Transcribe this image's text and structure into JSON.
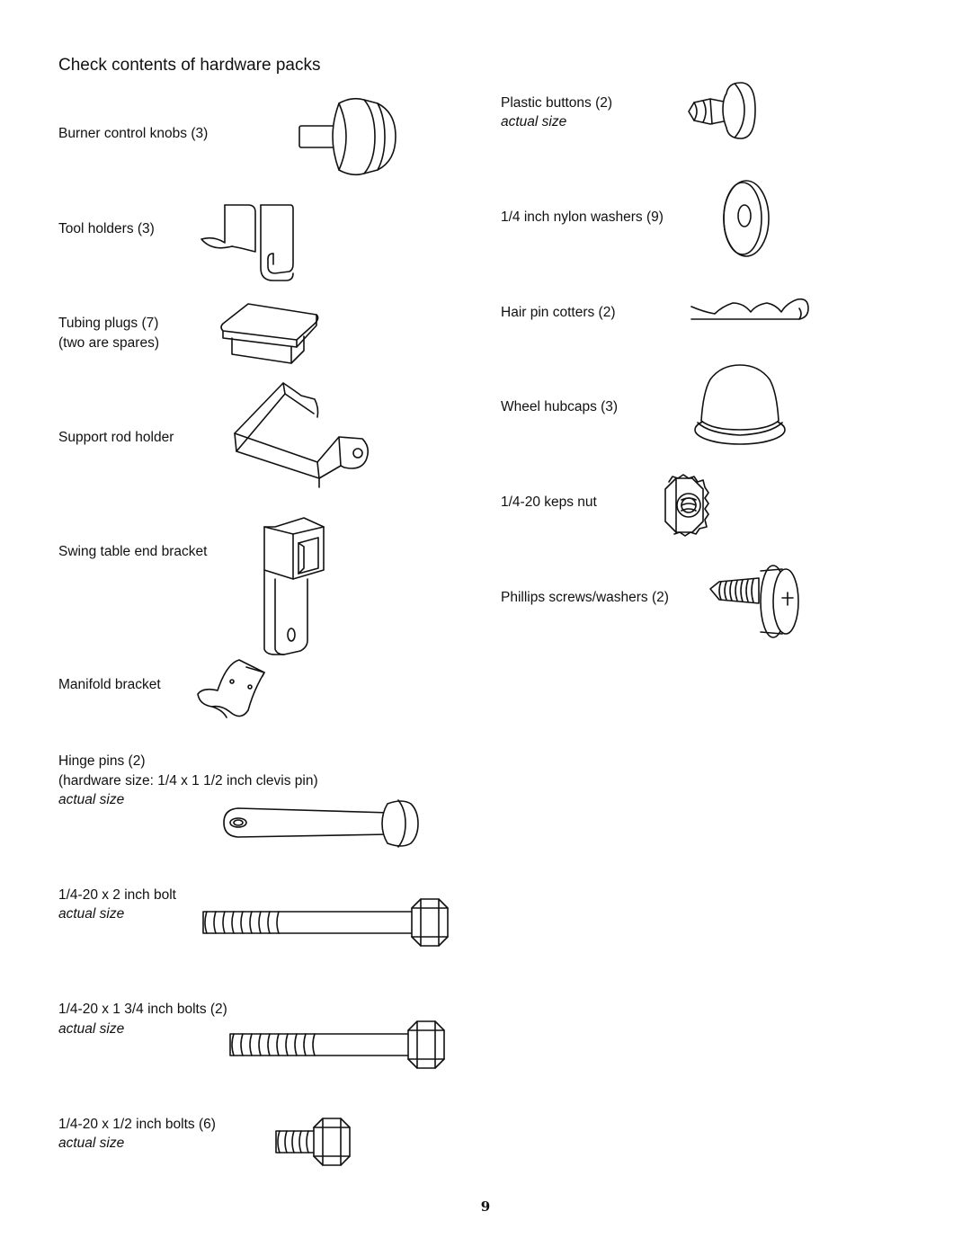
{
  "title": "Check contents of hardware packs",
  "left_items": [
    {
      "name": "Burner control knobs (3)"
    },
    {
      "name": "Tool holders (3)"
    },
    {
      "name": "Tubing plugs (7)",
      "note": "(two are spares)"
    },
    {
      "name": "Support rod holder"
    },
    {
      "name": "Swing table end bracket"
    },
    {
      "name": "Manifold bracket"
    },
    {
      "name": "Hinge pins (2)",
      "note": "(hardware size: 1/4 x 1 1/2 inch clevis pin)",
      "scale": "actual size"
    },
    {
      "name": "1/4-20 x 2 inch bolt",
      "scale": "actual size"
    },
    {
      "name": "1/4-20 x 1 3/4 inch bolts (2)",
      "scale": "actual size"
    },
    {
      "name": "1/4-20 x 1/2 inch bolts (6)",
      "scale": "actual size"
    }
  ],
  "right_items": [
    {
      "name": "Plastic buttons (2)",
      "scale": "actual size"
    },
    {
      "name": "1/4 inch nylon washers (9)"
    },
    {
      "name": "Hair pin cotters (2)"
    },
    {
      "name": "Wheel hubcaps (3)"
    },
    {
      "name": "1/4-20 keps nut"
    },
    {
      "name": "Phillips screws/washers (2)"
    }
  ],
  "page_number": "9"
}
